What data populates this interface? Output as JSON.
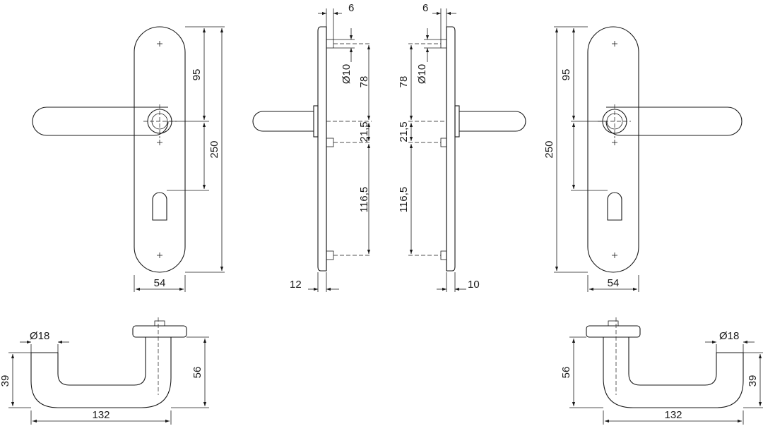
{
  "dimensions": {
    "fl_95": "95",
    "fl_250": "250",
    "fl_54": "54",
    "sl_6": "6",
    "sl_d10": "Ø10",
    "sl_78": "78",
    "sl_215": "21,5",
    "sl_1165": "116,5",
    "sl_12": "12",
    "sr_6": "6",
    "sr_78": "78",
    "sr_d10": "Ø10",
    "sr_215": "21,5",
    "sr_1165": "116,5",
    "sr_10": "10",
    "fr_95": "95",
    "fr_250": "250",
    "fr_54": "54",
    "tl_d18": "Ø18",
    "tl_39": "39",
    "tl_56": "56",
    "tl_132": "132",
    "tr_56": "56",
    "tr_d18": "Ø18",
    "tr_39": "39",
    "tr_132": "132"
  }
}
